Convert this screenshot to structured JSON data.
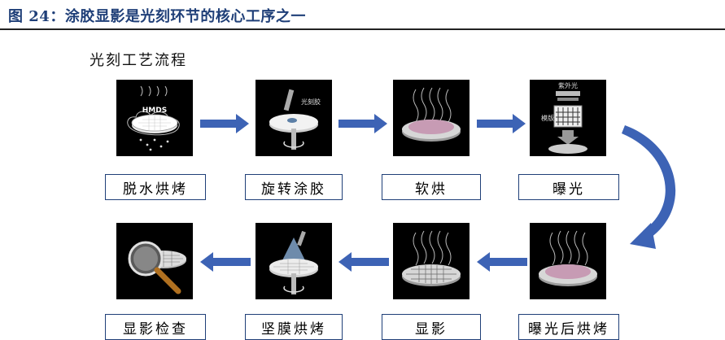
{
  "figure": {
    "title": "图 24：涂胶显影是光刻环节的核心工序之一",
    "subtitle": "光刻工艺流程"
  },
  "colors": {
    "title": "#1f3f78",
    "label_dark_bg": "#1f3f78",
    "label_light_bg": "#dce6f2",
    "arrow": "#3d63b5",
    "panel_bg": "#000000"
  },
  "steps": [
    {
      "label": "脱水烘烤",
      "style": "dark",
      "image": "dehydration-bake-image",
      "panel_text": "HMDS"
    },
    {
      "label": "旋转涂胶",
      "style": "light",
      "image": "spin-coat-image",
      "panel_text": "光刻胶"
    },
    {
      "label": "软烘",
      "style": "dark",
      "image": "soft-bake-image"
    },
    {
      "label": "曝光",
      "style": "dark",
      "image": "exposure-image",
      "panel_text": "紫外光",
      "panel_text_2": "模版"
    },
    {
      "label": "曝光后烘烤",
      "style": "dark",
      "image": "post-exposure-bake-image"
    },
    {
      "label": "显影",
      "style": "light",
      "image": "develop-image"
    },
    {
      "label": "坚膜烘烤",
      "style": "dark",
      "image": "hard-bake-image"
    },
    {
      "label": "显影检查",
      "style": "dark",
      "image": "inspection-image"
    }
  ]
}
